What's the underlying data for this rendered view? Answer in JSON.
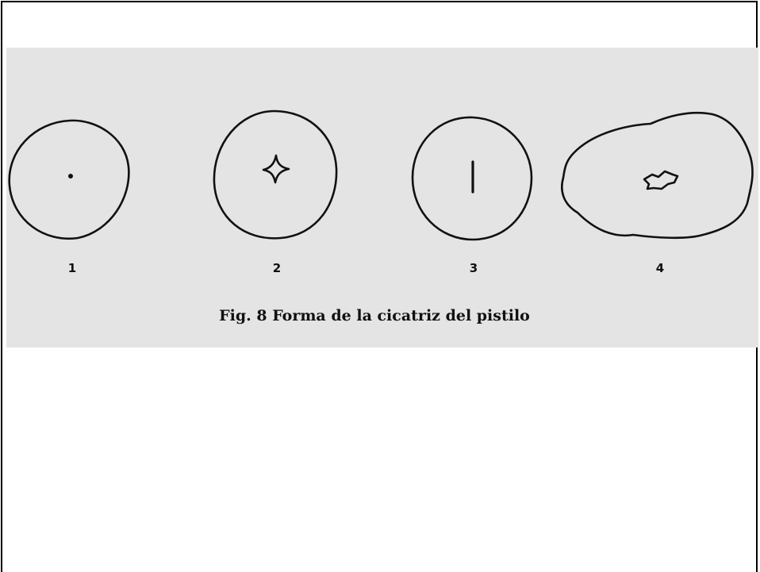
{
  "figure": {
    "caption": "Fig. 8 Forma de la cicatriz del pistilo",
    "items": [
      {
        "number": "1",
        "mark": "dot"
      },
      {
        "number": "2",
        "mark": "star"
      },
      {
        "number": "3",
        "mark": "line"
      },
      {
        "number": "4",
        "mark": "irregular"
      }
    ]
  },
  "colors": {
    "panel_background": "#e4e4e4",
    "ink": "#111111",
    "page_background": "#ffffff"
  }
}
